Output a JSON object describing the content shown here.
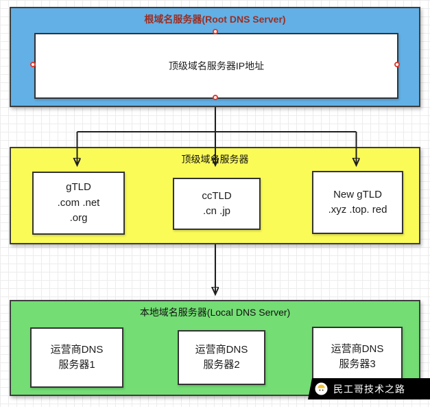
{
  "root_section": {
    "title": "根域名服务器(Root DNS Server)",
    "inner_label": "顶级域名服务器IP地址",
    "fill": "#62b0e6"
  },
  "tld_section": {
    "title": "顶级域名服务器",
    "fill": "#fbfb58",
    "nodes": [
      {
        "lines": [
          "gTLD",
          ".com .net",
          ".org"
        ]
      },
      {
        "lines": [
          "ccTLD",
          ".cn .jp"
        ]
      },
      {
        "lines": [
          "New gTLD",
          ".xyz .top. red"
        ]
      }
    ]
  },
  "local_section": {
    "title": "本地域名服务器(Local DNS Server)",
    "fill": "#74dd74",
    "nodes": [
      {
        "lines": [
          "运营商DNS",
          "服务器1"
        ]
      },
      {
        "lines": [
          "运营商DNS",
          "服务器2"
        ]
      },
      {
        "lines": [
          "运营商DNS",
          "服务器3"
        ]
      }
    ]
  },
  "connectors": {
    "arrow_color": "#1f1f1f",
    "handle_color": "#e23b2e"
  },
  "watermark": {
    "text": "民工哥技术之路"
  }
}
